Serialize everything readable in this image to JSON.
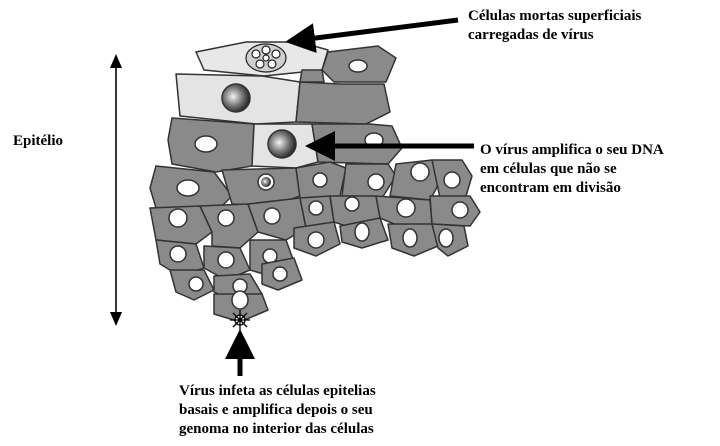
{
  "labels": {
    "dead_cells": [
      "Células mortas superficiais",
      "carregadas de vírus"
    ],
    "epithelium": "Epitélio",
    "amplify": [
      "O vírus amplifica o seu DNA",
      "em células que não se",
      "encontram em divisão"
    ],
    "infect": [
      "Vírus infeta as células epitelias",
      "basais e amplifica depois o seu",
      "genoma no interior das células"
    ]
  },
  "colors": {
    "dark_cell": "#8a8a8a",
    "light_cell": "#e4e4e4",
    "outline": "#333333",
    "nucleus": "#ffffff",
    "arrow": "#000000"
  }
}
